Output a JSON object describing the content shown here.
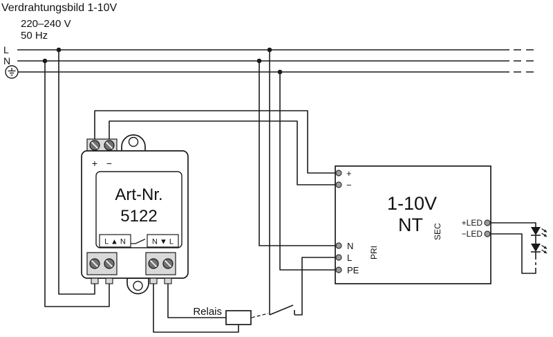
{
  "header": {
    "title": "Verdrahtungsbild 1-10V",
    "voltage": "220–240 V",
    "frequency": "50 Hz"
  },
  "power_lines": {
    "l_label": "L",
    "n_label": "N"
  },
  "device": {
    "plus": "+",
    "minus": "−",
    "art_line1": "Art-Nr.",
    "art_line2": "5122",
    "terminal_left": "L ▲ N",
    "terminal_right": "N ▼ L"
  },
  "nt": {
    "title_line1": "1-10V",
    "title_line2": "NT",
    "pri": "PRI",
    "sec": "SEC",
    "terminal_plus": "+",
    "terminal_minus": "−",
    "terminal_n": "N",
    "terminal_l": "L",
    "terminal_pe": "PE",
    "out_plus": "+LED",
    "out_minus": "−LED"
  },
  "relay": {
    "label": "Relais"
  },
  "colors": {
    "ink": "#1a1a1a",
    "block_fill": "#d9d9d9",
    "screw_fill": "#707070",
    "terminal_fill": "#9c9c9c"
  }
}
